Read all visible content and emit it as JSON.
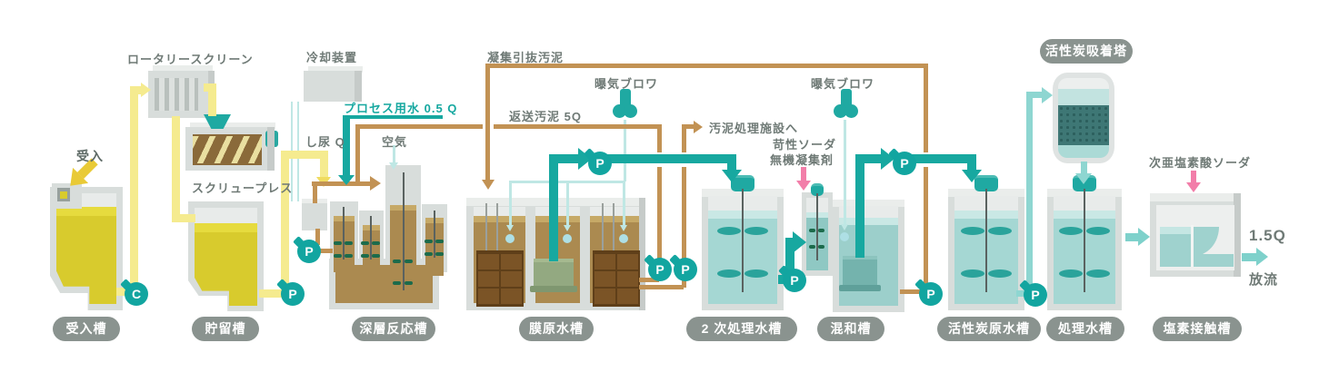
{
  "pumps": {
    "c": "C",
    "p": "P"
  },
  "labels": {
    "receiving_input": "受入",
    "rotary_screen": "ロータリースクリーン",
    "cooling_device": "冷却装置",
    "screw_press": "スクリュープレス",
    "night_soil": "し尿 Q",
    "process_water": "プロセス用水 0.5 Q",
    "air": "空気",
    "coagulated_sludge": "凝集引抜汚泥",
    "return_sludge": "返送汚泥 5Q",
    "aeration_blower_1": "曝気ブロワ",
    "aeration_blower_2": "曝気ブロワ",
    "to_sludge_facility": "汚泥処理施設へ",
    "caustic_soda": "苛性ソーダ",
    "inorganic_coagulant": "無機凝集剤",
    "sodium_hypochlorite": "次亜塩素酸ソーダ",
    "flow_15q": "1.5Q",
    "discharge": "放流"
  },
  "tanks": {
    "receiving": "受入槽",
    "storage": "貯留槽",
    "deep_reactor": "深層反応槽",
    "membrane_raw": "膜原水槽",
    "secondary_treated": "2 次処理水槽",
    "mixing": "混和槽",
    "carbon_raw": "活性炭原水槽",
    "treated": "処理水槽",
    "chlorine_contact": "塩素接触槽",
    "carbon_tower": "活性炭吸着塔"
  },
  "colors": {
    "teal_main": "#17A8A0",
    "teal_light": "#7ED1CB",
    "teal_pale": "#BFE7E4",
    "yellow_pipe": "#F5EB8F",
    "yellow_liquid": "#D8CB2D",
    "brown_pipe": "#C29254",
    "brown_liquid": "#AB8A50",
    "pink": "#F27EA9",
    "label_gray": "#6F7A76",
    "pill_gray": "#8A938F"
  }
}
